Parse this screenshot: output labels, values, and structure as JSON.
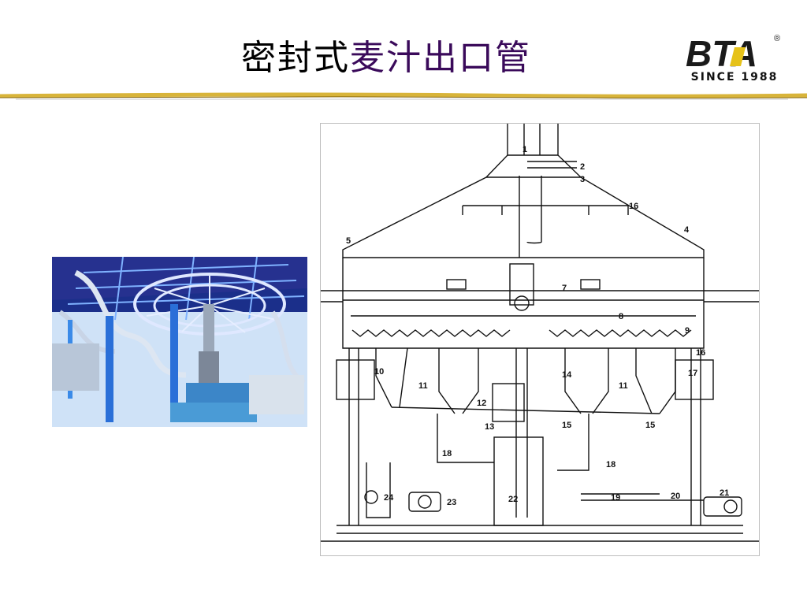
{
  "slide": {
    "title_black": "密封式",
    "title_purple": "麦汁出口管"
  },
  "logo": {
    "mark": "BTA",
    "registered": "®",
    "caption": "SINCE 1988",
    "colors": {
      "ink": "#1a1a1a",
      "accent": "#e6c21a"
    }
  },
  "photo": {
    "icon": "lauter-tun-interior-photo"
  },
  "diagram": {
    "icon": "lauter-tun-cross-section",
    "callouts": [
      "1",
      "2",
      "3",
      "16",
      "5",
      "4",
      "7",
      "8",
      "9",
      "16",
      "10",
      "17",
      "11",
      "14",
      "11",
      "12",
      "13",
      "15",
      "15",
      "18",
      "18",
      "24",
      "23",
      "22",
      "19",
      "20",
      "21"
    ]
  },
  "colors": {
    "title_accent": "#3a0a5a",
    "rule_gold": "#d8b43a",
    "photo_blue": "#2a6fd8",
    "photo_deep": "#1b2f8a"
  }
}
